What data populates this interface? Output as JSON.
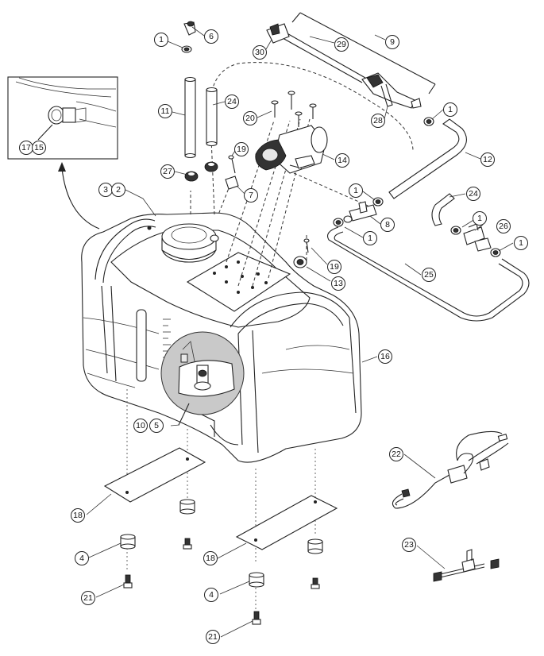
{
  "callouts": {
    "c1_top": "1",
    "c6": "6",
    "c30": "30",
    "c29": "29",
    "c9": "9",
    "c11": "11",
    "c24_top": "24",
    "c20": "20",
    "c1_right": "1",
    "c28": "28",
    "c12": "12",
    "c17": "17",
    "c15": "15",
    "c19_top": "19",
    "c14": "14",
    "c27": "27",
    "c7": "7",
    "c3": "3",
    "c2": "2",
    "c1_mid": "1",
    "c24_mid": "24",
    "c8": "8",
    "c1_r2": "1",
    "c26": "26",
    "c1_low": "1",
    "c1_r3": "1",
    "c19_low": "19",
    "c25": "25",
    "c13": "13",
    "c16": "16",
    "c10": "10",
    "c5": "5",
    "c22": "22",
    "c18_left": "18",
    "c23": "23",
    "c4_left": "4",
    "c18_right": "18",
    "c21_left": "21",
    "c4_right": "4",
    "c21_right": "21"
  }
}
